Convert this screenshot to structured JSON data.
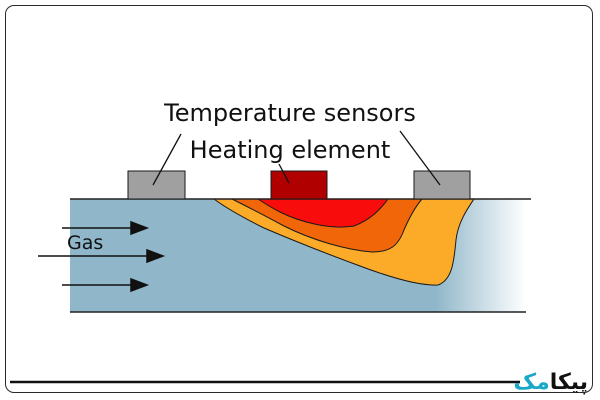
{
  "labels": {
    "temperature_sensors": "Temperature sensors",
    "heating_element": "Heating element",
    "gas": "Gas"
  },
  "watermark": {
    "text_main": "پیکا",
    "text_accent": "مک"
  },
  "colors": {
    "pipe_fill": "#8fb6c9",
    "sensor_fill": "#a0a0a0",
    "heater_fill": "#b00000",
    "plume_outer": "#fbab28",
    "plume_middle": "#f2660a",
    "plume_inner": "#f80c0c",
    "accent": "#1aa8c8"
  }
}
